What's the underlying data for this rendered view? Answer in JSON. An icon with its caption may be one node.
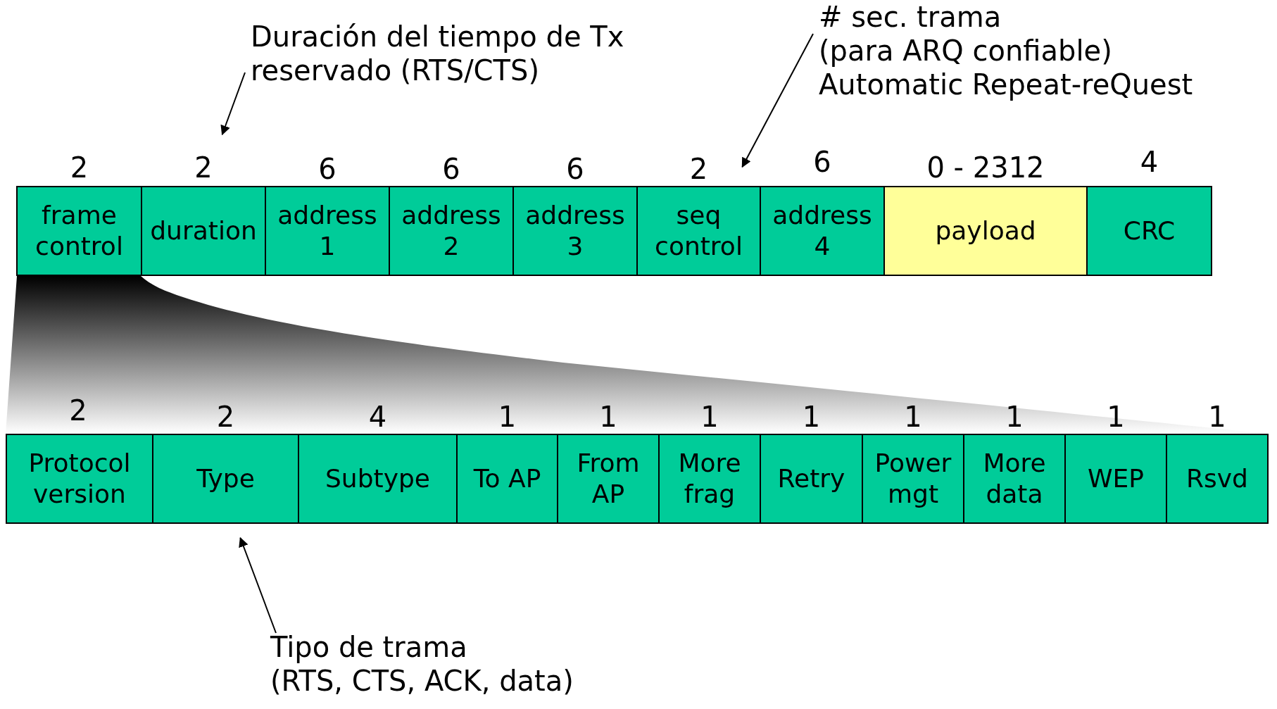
{
  "diagram": {
    "nodes": [
      {
        "text": [
          "frame control"
        ],
        "beside": [
          "2"
        ]
      },
      {
        "text": [
          "duration"
        ],
        "beside": [
          "2"
        ]
      },
      {
        "text": [
          "address 1"
        ],
        "beside": [
          "6"
        ]
      },
      {
        "text": [
          "address 2"
        ],
        "beside": [
          "6"
        ]
      },
      {
        "text": [
          "address 3"
        ],
        "beside": [
          "6"
        ]
      },
      {
        "text": [
          "seq control"
        ],
        "beside": [
          "2"
        ]
      },
      {
        "text": [
          "address 4"
        ],
        "beside": [
          "6"
        ]
      },
      {
        "text": [
          "payload"
        ],
        "beside": [
          "0 - 2312"
        ]
      },
      {
        "text": [
          "CRC"
        ],
        "beside": [
          "4"
        ]
      },
      {
        "text": [
          "Protocol version"
        ],
        "beside": [
          "2"
        ]
      },
      {
        "text": [
          "Type"
        ],
        "beside": [
          "2"
        ]
      },
      {
        "text": [
          "Subtype"
        ],
        "beside": [
          "4"
        ]
      },
      {
        "text": [
          "To AP"
        ],
        "beside": [
          "1"
        ]
      },
      {
        "text": [
          "From AP"
        ],
        "beside": [
          "1"
        ]
      },
      {
        "text": [
          "More frag"
        ],
        "beside": [
          "1"
        ]
      },
      {
        "text": [
          "Retry"
        ],
        "beside": [
          "1"
        ]
      },
      {
        "text": [
          "Power mgt"
        ],
        "beside": [
          "1"
        ]
      },
      {
        "text": [
          "More data"
        ],
        "beside": [
          "1"
        ]
      },
      {
        "text": [
          "WEP"
        ],
        "beside": [
          "1"
        ]
      },
      {
        "text": [
          "Rsvd"
        ],
        "beside": [
          "1"
        ]
      },
      {
        "text": [
          "Duración del tiempo de Tx",
          "reservado (RTS/CTS)"
        ]
      },
      {
        "text": [
          "# sec. trama",
          "(para ARQ confiable)",
          "Automatic Repeat-reQuest"
        ]
      },
      {
        "text": [
          "Tipo de trama",
          "(RTS, CTS, ACK, data)"
        ]
      }
    ],
    "edges": [
      {
        "from": 20,
        "to": 1,
        "arrow": "to"
      },
      {
        "from": 21,
        "to": 5,
        "arrow": "to"
      },
      {
        "from": 22,
        "to": 10,
        "arrow": "to"
      }
    ]
  }
}
